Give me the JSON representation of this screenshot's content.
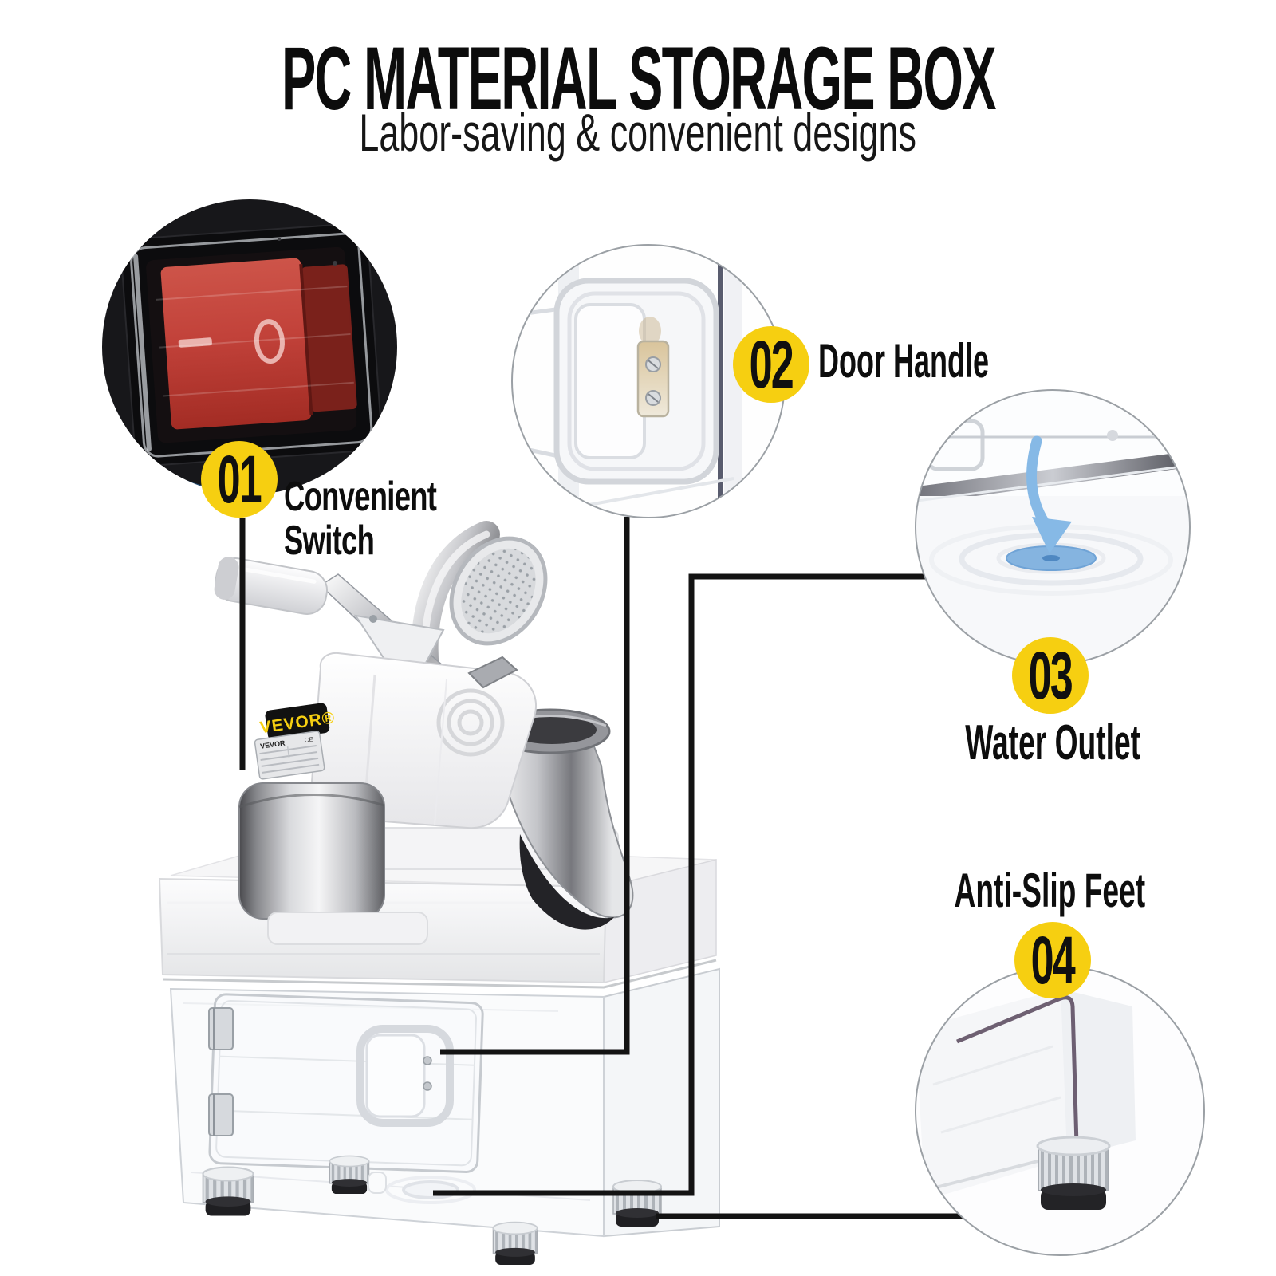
{
  "header": {
    "title": "PC MATERIAL STORAGE BOX",
    "subtitle": "Labor-saving & convenient designs"
  },
  "brand": {
    "logo_text": "VEVOR®",
    "plate_brand": "VEVOR",
    "plate_mark": "CE"
  },
  "callouts": [
    {
      "number": "01",
      "label": "Convenient Switch"
    },
    {
      "number": "02",
      "label": "Door Handle"
    },
    {
      "number": "03",
      "label": "Water Outlet"
    },
    {
      "number": "04",
      "label": "Anti-Slip Feet"
    }
  ],
  "colors": {
    "badge_yellow": "#F6CF11",
    "text_black": "#0D0D0D",
    "connector_black": "#131313",
    "switch_red": "#C2423A",
    "water_blue": "#85B4E0"
  }
}
